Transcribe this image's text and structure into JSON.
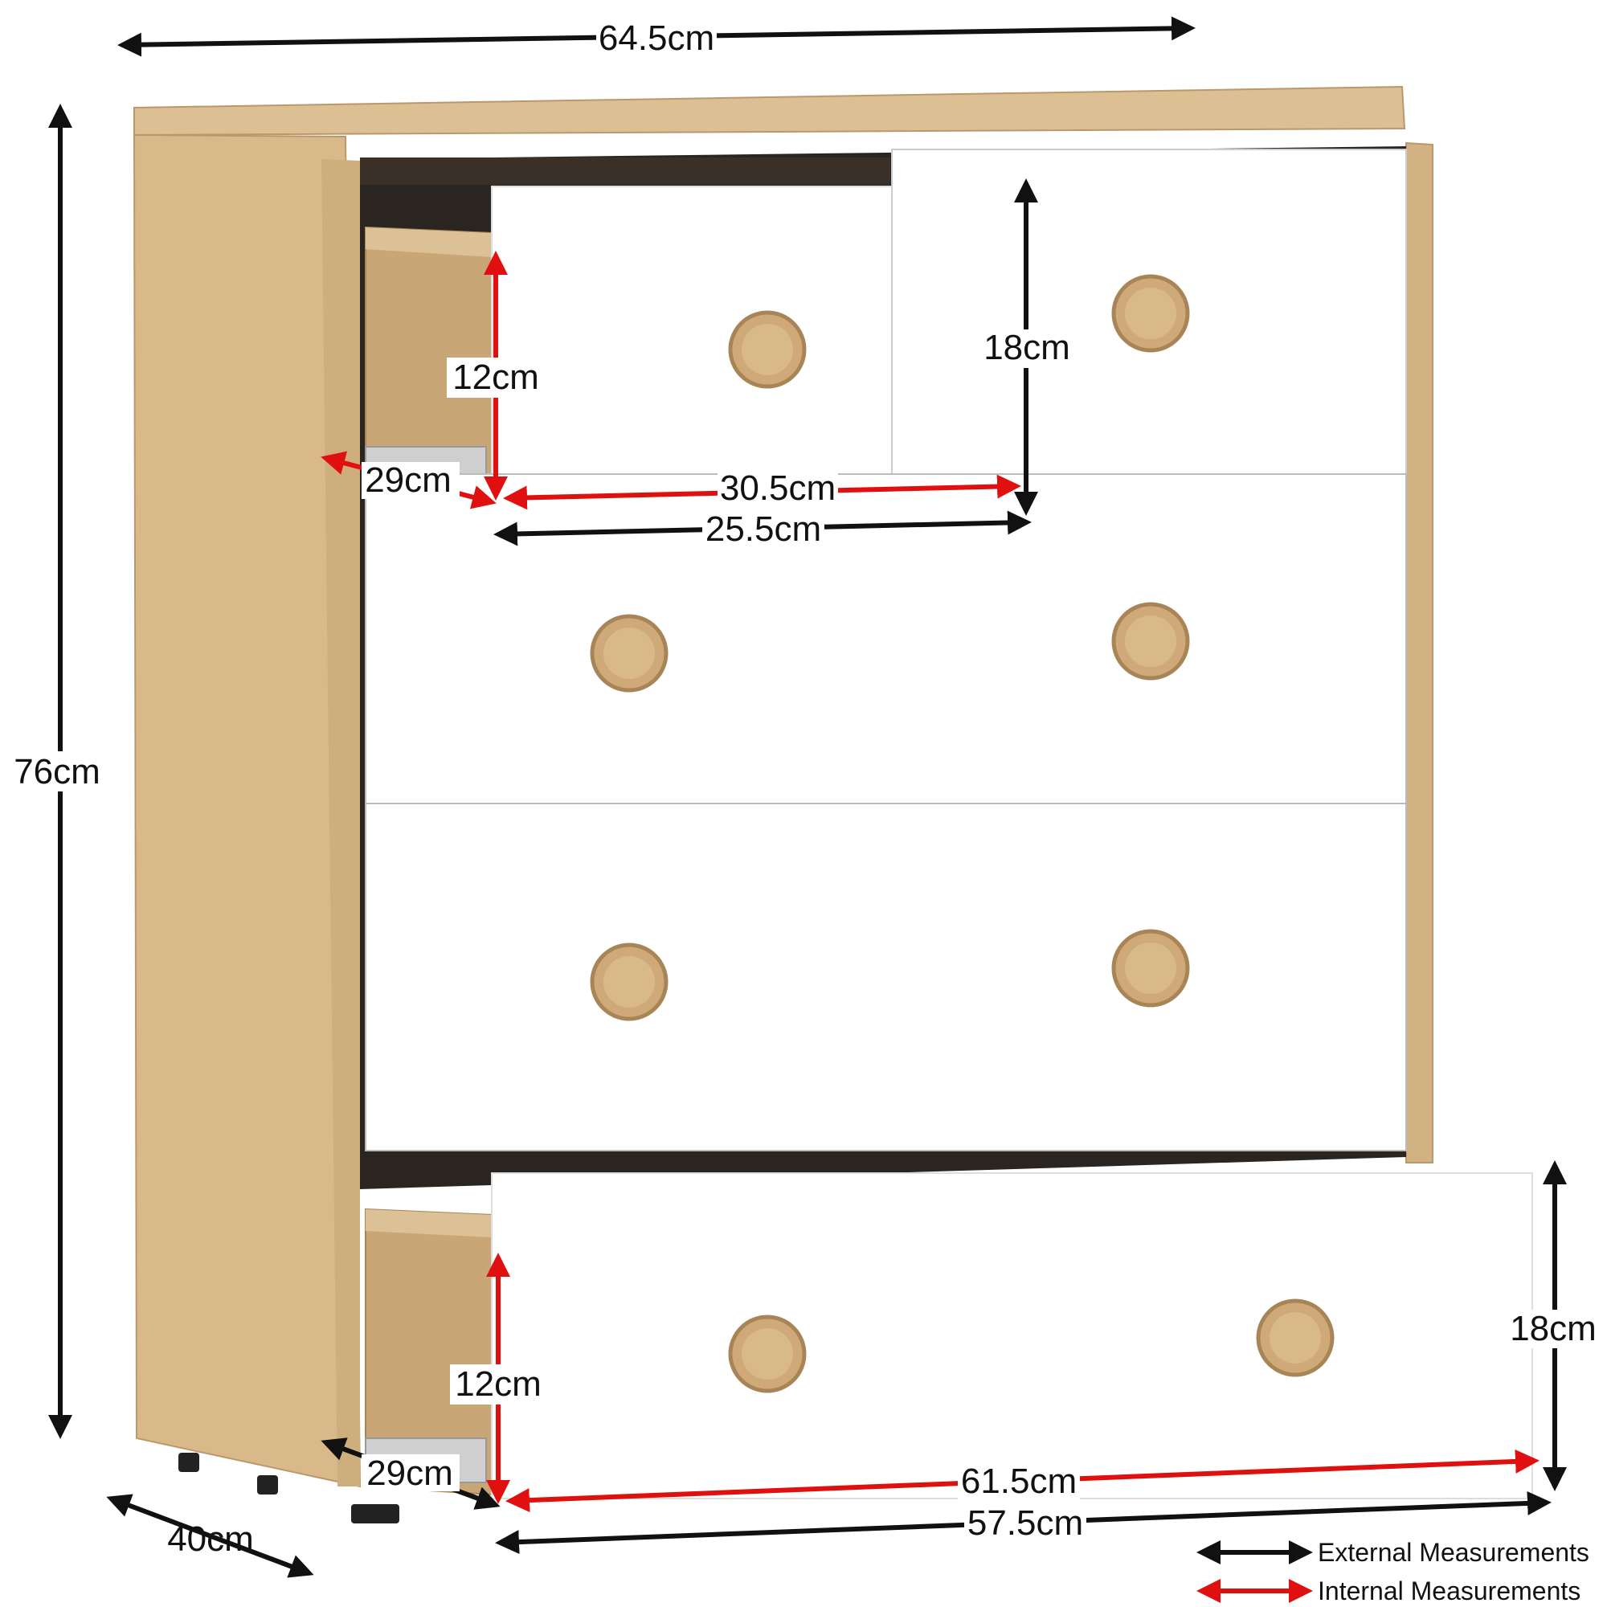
{
  "dimensions": {
    "overall_width": "64.5cm",
    "overall_height": "76cm",
    "overall_depth": "40cm",
    "drawer_top_internal_height": "12cm",
    "drawer_top_internal_depth": "29cm",
    "drawer_top_internal_width": "30.5cm",
    "drawer_top_external_width": "25.5cm",
    "drawer_top_external_height": "18cm",
    "drawer_bottom_internal_height": "12cm",
    "drawer_bottom_internal_depth": "29cm",
    "drawer_bottom_internal_width": "61.5cm",
    "drawer_bottom_external_width": "57.5cm",
    "drawer_bottom_external_height": "18cm"
  },
  "legend": {
    "external": "External Measurements",
    "internal": "Internal Measurements"
  },
  "colors": {
    "external_arrow": "#111111",
    "internal_arrow": "#e01010",
    "wood": "#d9b98a",
    "wood_dark": "#c9a676",
    "drawer_front": "#ffffff",
    "cavity": "#2a2520"
  }
}
